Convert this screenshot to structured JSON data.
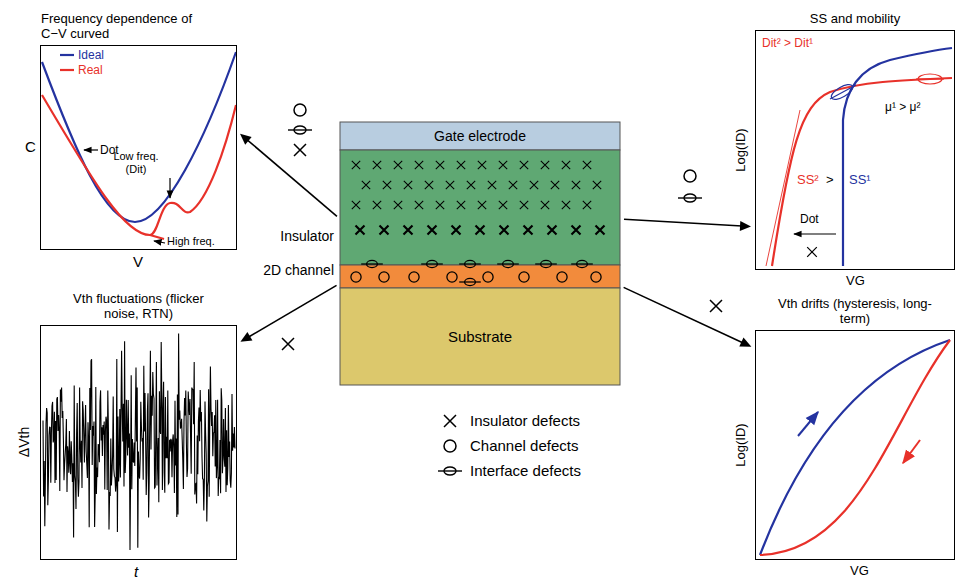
{
  "diagram": {
    "nodes": [
      {
        "text": [
          "Gate electrode"
        ]
      },
      {
        "text": [
          "Insulator"
        ]
      },
      {
        "text": [
          "2D channel"
        ]
      },
      {
        "text": [
          "Substrate"
        ]
      },
      {
        "text": [
          "Frequency dependence of C−V curved"
        ]
      },
      {
        "text": [
          "Vth fluctuations (flicker noise, RTN)"
        ]
      },
      {
        "text": [
          "SS and mobility"
        ]
      },
      {
        "text": [
          "Vth drifts (hysteresis, long-term)"
        ]
      }
    ],
    "edges": [
      {
        "from": 1,
        "to": 4,
        "arrow": "to"
      },
      {
        "from": 2,
        "to": 5,
        "arrow": "to"
      },
      {
        "from": 1,
        "to": 6,
        "arrow": "to"
      },
      {
        "from": 2,
        "to": 7,
        "arrow": "to"
      }
    ],
    "labels": [
      "C",
      "V",
      "Ideal",
      "Real",
      "Dot",
      "Low freq. (Dit)",
      "High freq.",
      "ΔVth",
      "t",
      "Log(ID)",
      "VG",
      "Dit² > Dit¹",
      "μ¹ > μ²",
      "SS²",
      ">",
      "SS¹",
      "Dot",
      "Log(ID)",
      "VG"
    ],
    "legend": [
      {
        "text": "Insulator defects"
      },
      {
        "text": "Channel defects"
      },
      {
        "text": "Interface defects"
      }
    ]
  }
}
